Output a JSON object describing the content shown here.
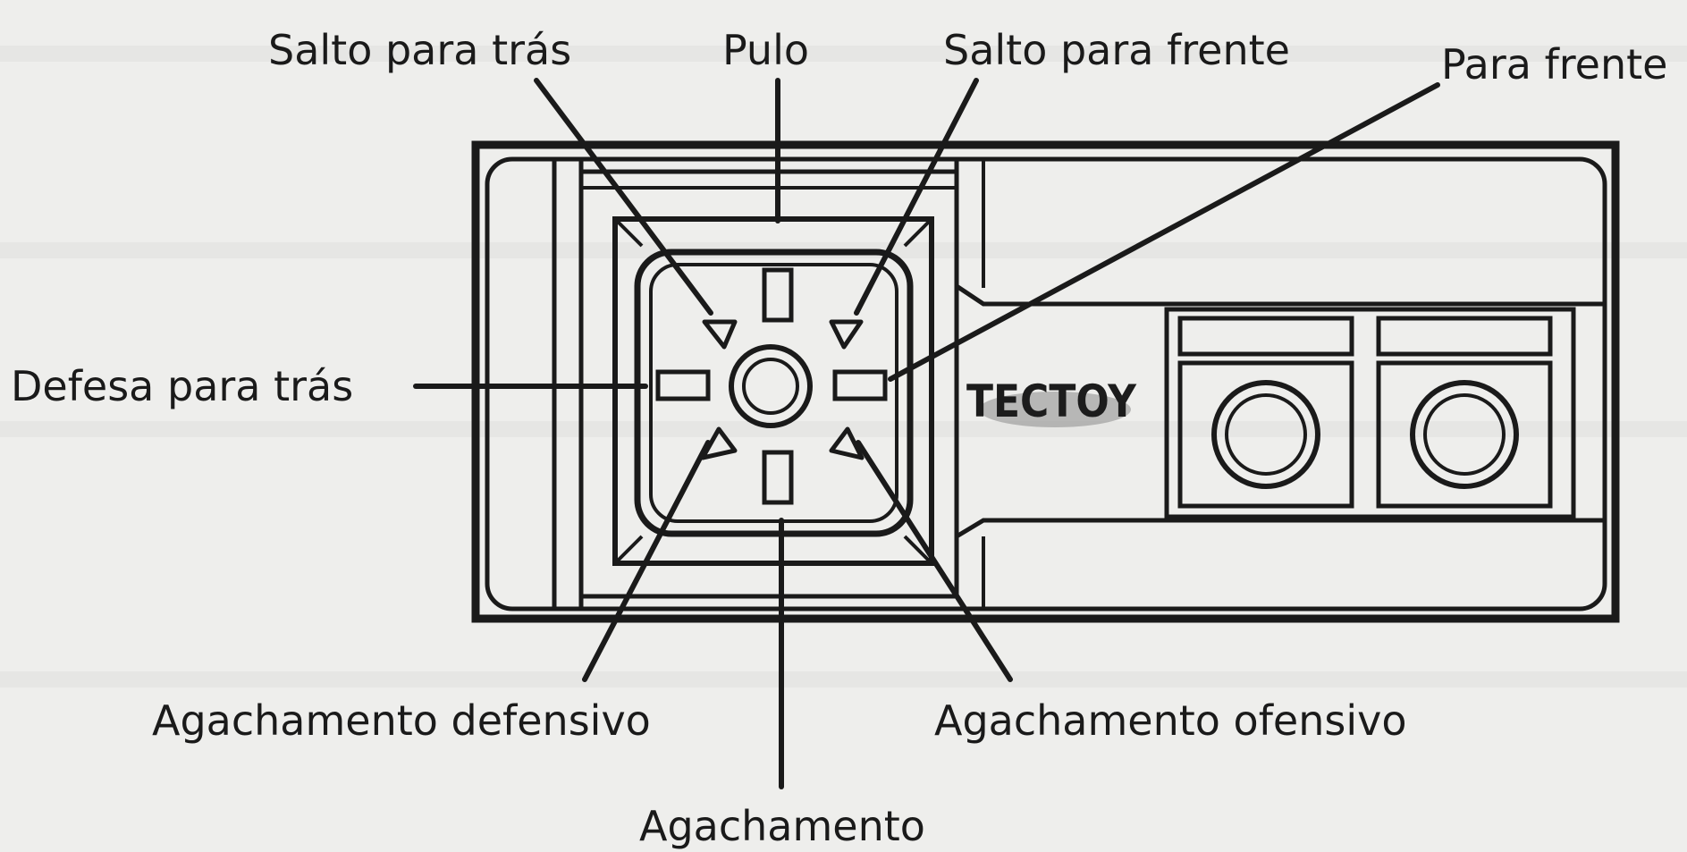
{
  "diagram": {
    "brand_logo": "TECTOY",
    "labels": {
      "back_jump": "Salto para trás",
      "jump": "Pulo",
      "forward_jump": "Salto para frente",
      "forward": "Para frente",
      "back_defense": "Defesa para trás",
      "defensive_crouch": "Agachamento defensivo",
      "crouch": "Agachamento",
      "offensive_crouch": "Agachamento ofensivo"
    },
    "colors": {
      "background": "#eeeeec",
      "ink": "#1a1a1a",
      "logo_shadow": "#8a8a8a"
    }
  }
}
